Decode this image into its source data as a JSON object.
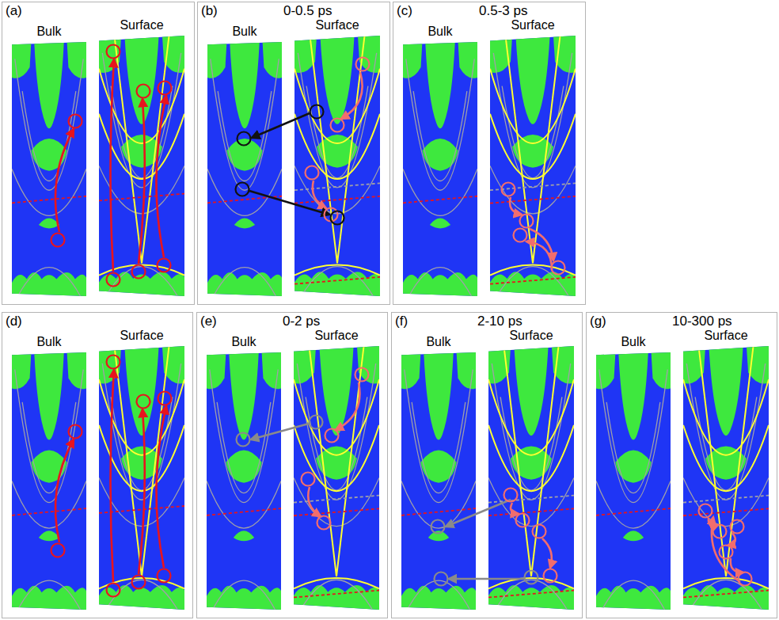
{
  "diagram": {
    "nodes": [
      {
        "text": [
          "(a)"
        ]
      },
      {
        "text": [
          "Bulk"
        ],
        "in": 0
      },
      {
        "text": [
          "Surface"
        ],
        "in": 0
      },
      {
        "text": [
          "(b)",
          "0-0.5 ps"
        ]
      },
      {
        "text": [
          "Bulk"
        ],
        "in": 3
      },
      {
        "text": [
          "Surface"
        ],
        "in": 3
      },
      {
        "text": [
          "(c)",
          "0.5-3 ps"
        ]
      },
      {
        "text": [
          "Bulk"
        ],
        "in": 6
      },
      {
        "text": [
          "Surface"
        ],
        "in": 6
      },
      {
        "text": [
          "(d)"
        ]
      },
      {
        "text": [
          "Bulk"
        ],
        "in": 9
      },
      {
        "text": [
          "Surface"
        ],
        "in": 9
      },
      {
        "text": [
          "(e)",
          "0-2 ps"
        ]
      },
      {
        "text": [
          "Bulk"
        ],
        "in": 12
      },
      {
        "text": [
          "Surface"
        ],
        "in": 12
      },
      {
        "text": [
          "(f)",
          "2-10 ps"
        ]
      },
      {
        "text": [
          "Bulk"
        ],
        "in": 15
      },
      {
        "text": [
          "Surface"
        ],
        "in": 15
      },
      {
        "text": [
          "(g)",
          "10-300 ps"
        ]
      },
      {
        "text": [
          "Bulk"
        ],
        "in": 18
      },
      {
        "text": [
          "Surface"
        ],
        "in": 18
      }
    ]
  }
}
